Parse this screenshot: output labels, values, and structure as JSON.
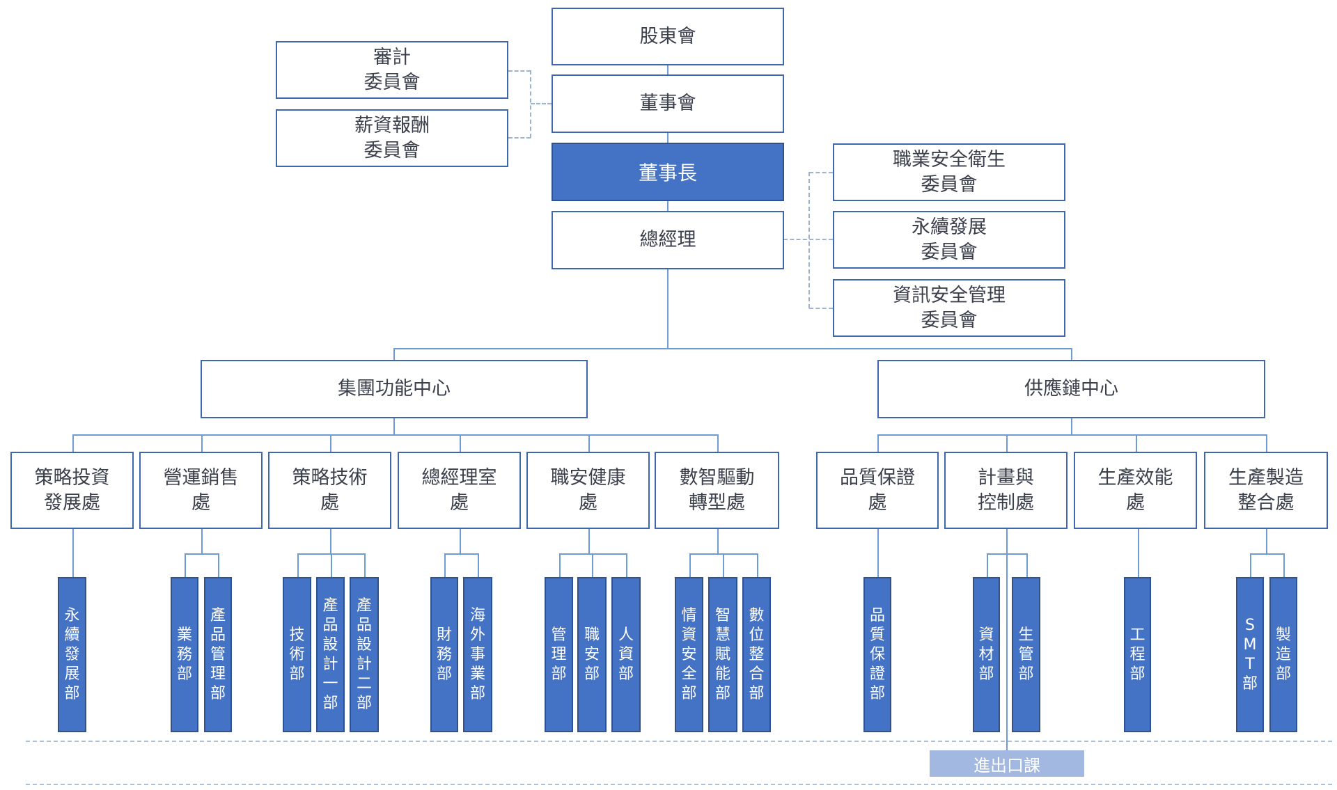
{
  "colors": {
    "box_border": "#3F67AE",
    "highlight_fill": "#4472C4",
    "dept_fill": "#4472C4",
    "section_fill": "#A3B8E0",
    "connector": "#6E9BD3",
    "dashed_connector": "#9DB2CF"
  },
  "top_chain": {
    "shareholders": "股東會",
    "board": "董事會",
    "chairman": "董事長",
    "president": "總經理"
  },
  "board_committees": [
    {
      "label": "審計\n委員會"
    },
    {
      "label": "薪資報酬\n委員會"
    }
  ],
  "president_committees": [
    {
      "label": "職業安全衛生\n委員會"
    },
    {
      "label": "永續發展\n委員會"
    },
    {
      "label": "資訊安全管理\n委員會"
    }
  ],
  "centers": [
    {
      "label": "集團功能中心",
      "divisions": [
        {
          "label": "策略投資\n發展處",
          "departments": [
            "永續發展部"
          ]
        },
        {
          "label": "營運銷售\n處",
          "departments": [
            "業務部",
            "產品管理部"
          ]
        },
        {
          "label": "策略技術\n處",
          "departments": [
            "技術部",
            "產品設計一部",
            "產品設計二部"
          ]
        },
        {
          "label": "總經理室\n處",
          "departments": [
            "財務部",
            "海外事業部"
          ]
        },
        {
          "label": "職安健康\n處",
          "departments": [
            "管理部",
            "職安部",
            "人資部"
          ]
        },
        {
          "label": "數智驅動\n轉型處",
          "departments": [
            "情資安全部",
            "智慧賦能部",
            "數位整合部"
          ]
        }
      ]
    },
    {
      "label": "供應鏈中心",
      "divisions": [
        {
          "label": "品質保證\n處",
          "departments": [
            "品質保證部"
          ]
        },
        {
          "label": "計畫與\n控制處",
          "departments": [
            "資材部",
            "生管部"
          ],
          "section": "進出口課"
        },
        {
          "label": "生產效能\n處",
          "departments": [
            "工程部"
          ]
        },
        {
          "label": "生產製造\n整合處",
          "departments": [
            "SMT部",
            "製造部"
          ]
        }
      ]
    }
  ]
}
